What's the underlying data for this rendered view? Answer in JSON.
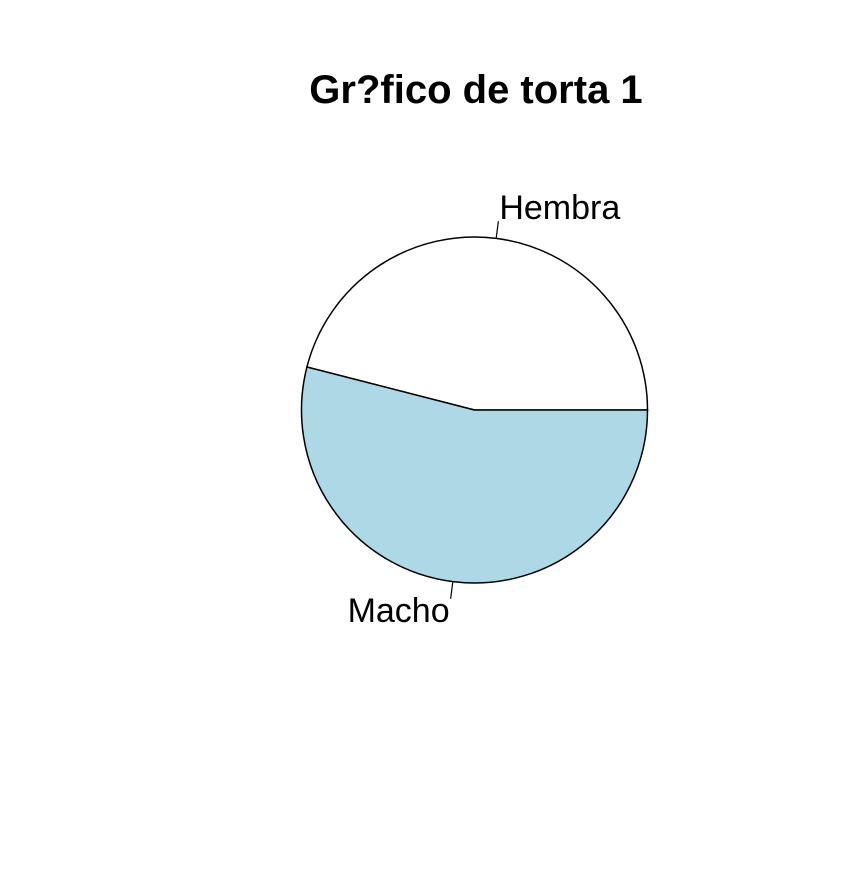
{
  "chart_data": {
    "type": "pie",
    "title": "Gr?fico de torta 1",
    "categories": [
      "Hembra",
      "Macho"
    ],
    "values": [
      46,
      54
    ],
    "colors": [
      "#ffffff",
      "#add8e6"
    ],
    "start_angle_deg": 0,
    "direction": "counterclockwise",
    "legend": "none",
    "border_color": "#000000"
  }
}
